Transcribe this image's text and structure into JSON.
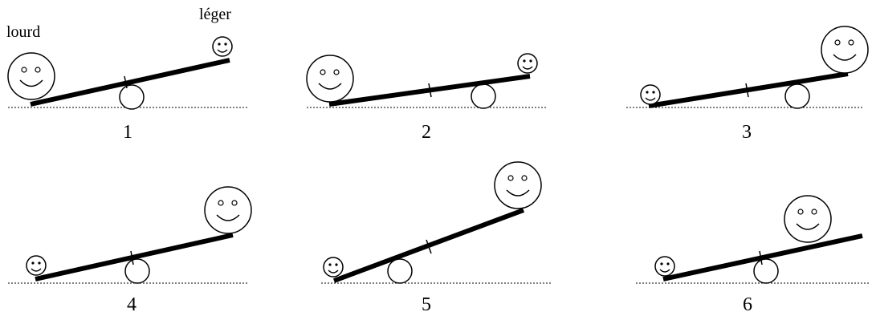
{
  "labels": {
    "heavy": "lourd",
    "light": "léger"
  },
  "panels": [
    {
      "number": "1"
    },
    {
      "number": "2"
    },
    {
      "number": "3"
    },
    {
      "number": "4"
    },
    {
      "number": "5"
    },
    {
      "number": "6"
    }
  ]
}
